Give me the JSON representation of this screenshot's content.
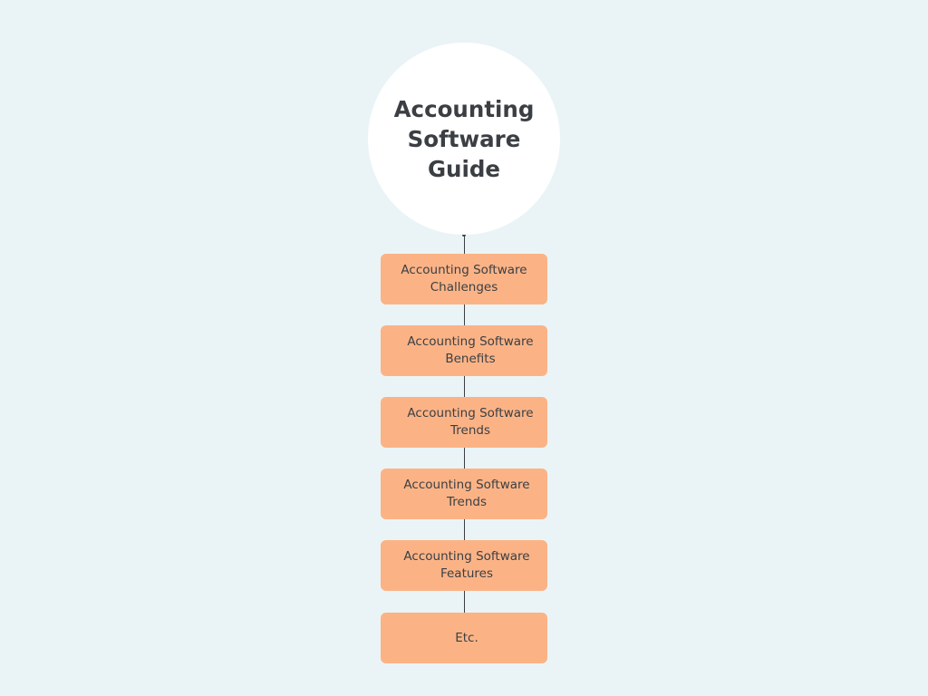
{
  "diagram": {
    "title": "Accounting\nSoftware\nGuide",
    "nodes": [
      {
        "label": "Accounting Software\nChallenges"
      },
      {
        "label": "Accounting Software\nBenefits"
      },
      {
        "label": "Accounting Software\nTrends"
      },
      {
        "label": "Accounting Software\nTrends"
      },
      {
        "label": "Accounting Software\nFeatures"
      },
      {
        "label": "Etc."
      }
    ],
    "colors": {
      "background": "#eaf4f6",
      "circle": "#ffffff",
      "node_fill": "#fbb386",
      "text": "#3b3f44",
      "connector": "#3b3f44"
    }
  }
}
